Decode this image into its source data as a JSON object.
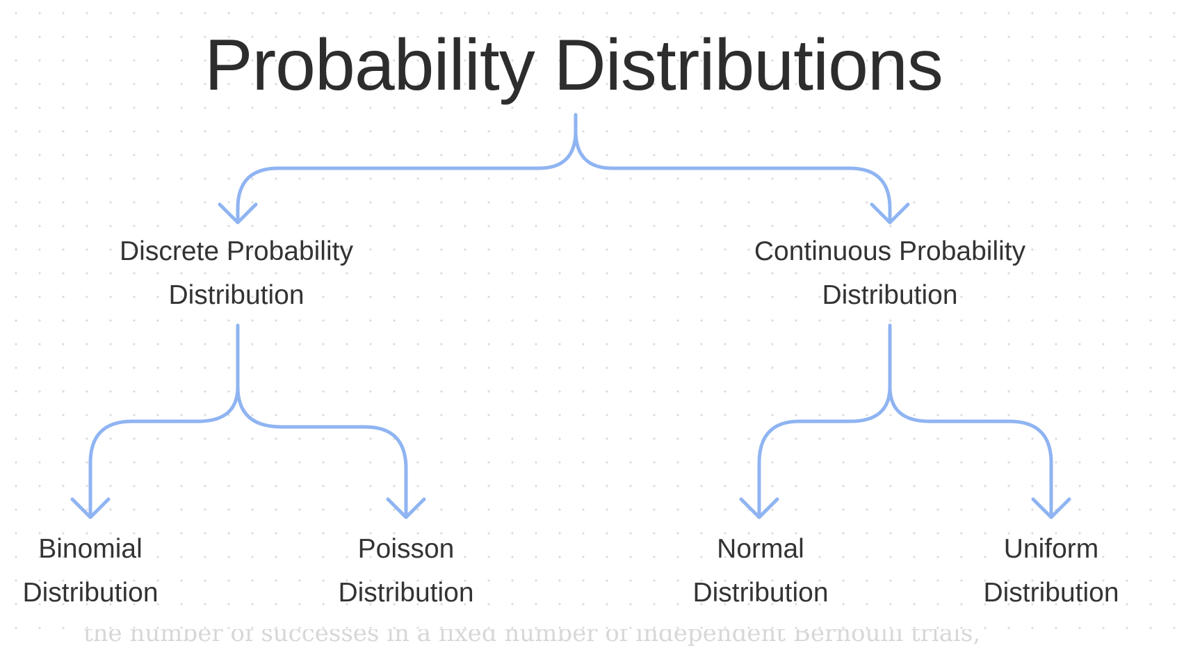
{
  "diagram": {
    "title": "Probability Distributions",
    "branches": [
      {
        "label_lines": [
          "Discrete Probability",
          "Distribution"
        ],
        "children": [
          {
            "label_lines": [
              "Binomial",
              "Distribution"
            ]
          },
          {
            "label_lines": [
              "Poisson",
              "Distribution"
            ]
          }
        ]
      },
      {
        "label_lines": [
          "Continuous Probability",
          "Distribution"
        ],
        "children": [
          {
            "label_lines": [
              "Normal",
              "Distribution"
            ]
          },
          {
            "label_lines": [
              "Uniform",
              "Distribution"
            ]
          }
        ]
      }
    ],
    "footer_text": "the number of successes in a fixed number of independent Bernoulli trials,"
  },
  "colors": {
    "connector": "#8fb4f2",
    "text": "#333333",
    "background": "#ffffff",
    "dot_grid": "#dcdcdc"
  }
}
